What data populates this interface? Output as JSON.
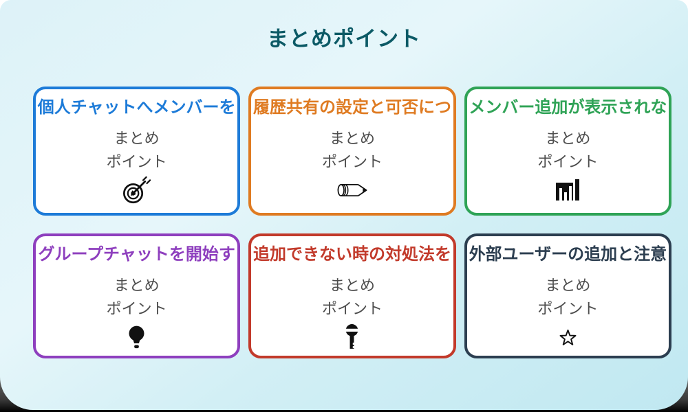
{
  "page": {
    "title": "まとめポイント"
  },
  "theme": {
    "background_top": "#DDF2F8",
    "background_bottom": "#C0E8F1",
    "title_color": "#0C5A66",
    "subtitle_text_color": "#4D4D4D",
    "icon_color": "#111111",
    "card_background": "#FFFFFF"
  },
  "cards": [
    {
      "title": "個人チャットへメンバーを",
      "subtitle_lines": [
        "まとめ",
        "ポイント"
      ],
      "icon": "dart-target",
      "color": "#1D7BD8"
    },
    {
      "title": "履歴共有の設定と可否につ",
      "subtitle_lines": [
        "まとめ",
        "ポイント"
      ],
      "icon": "pencil",
      "color": "#DF7B22"
    },
    {
      "title": "メンバー追加が表示されな",
      "subtitle_lines": [
        "まとめ",
        "ポイント"
      ],
      "icon": "bar-chart",
      "color": "#2FA356"
    },
    {
      "title": "グループチャットを開始す",
      "subtitle_lines": [
        "まとめ",
        "ポイント"
      ],
      "icon": "light-bulb",
      "color": "#8E3FBE"
    },
    {
      "title": "追加できない時の対処法を",
      "subtitle_lines": [
        "まとめ",
        "ポイント"
      ],
      "icon": "key",
      "color": "#C23A2B"
    },
    {
      "title": "外部ユーザーの追加と注意",
      "subtitle_lines": [
        "まとめ",
        "ポイント"
      ],
      "icon": "star",
      "color": "#2C3E50"
    }
  ]
}
